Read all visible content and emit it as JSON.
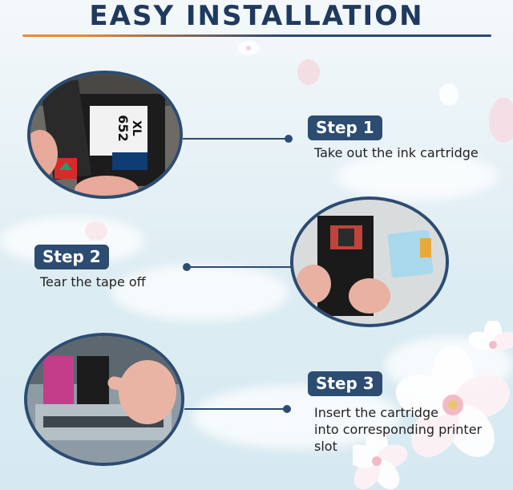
{
  "title": "EASY INSTALLATION",
  "colors": {
    "navy": "#2c4c72",
    "title_navy": "#1f3a5f",
    "orange_accent": "#ee8a2e",
    "background_light": "#e6f1f6"
  },
  "steps": [
    {
      "label": "Step 1",
      "text": "Take out the ink cartridge",
      "cartridge_label": "652",
      "cartridge_sub": "XL"
    },
    {
      "label": "Step 2",
      "text": "Tear the tape off"
    },
    {
      "label": "Step 3",
      "text": "Insert the cartridge\ninto corresponding printer\nslot"
    }
  ]
}
